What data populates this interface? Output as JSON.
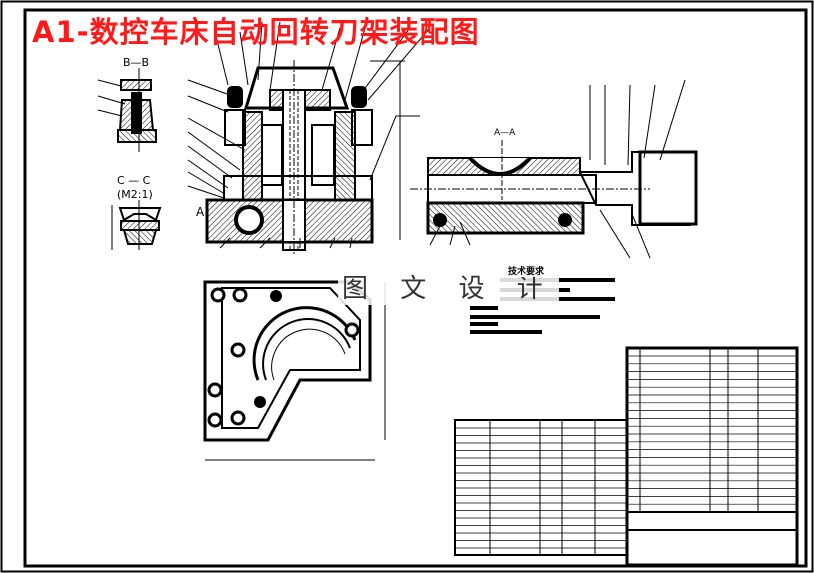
{
  "title": "A1-数控车床自动回转刀架装配图",
  "watermark": "图 文 设 计",
  "title_color": "#ff1a1a",
  "views": {
    "section_bb": "B—B",
    "section_cc": "C — C",
    "section_cc_scale": "(M2:1)",
    "section_aa": "A—A",
    "section_mark_a": "A"
  },
  "technical_requirements": {
    "heading": "技术要求"
  }
}
